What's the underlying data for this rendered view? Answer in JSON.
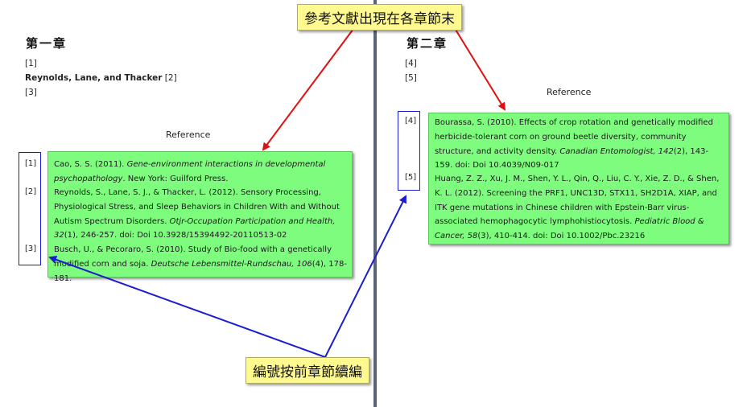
{
  "callouts": {
    "top": "參考文獻出現在各章節末",
    "bottom": "編號按前章節續編"
  },
  "chapter1": {
    "title": "第一章",
    "citations": [
      "[1]",
      "Reynolds, Lane, and Thacker",
      "[2]",
      "[3]"
    ],
    "reference_heading": "Reference",
    "refs": [
      {
        "num": "[1]",
        "plain1": "Cao, S. S. (2011). ",
        "italic": "Gene-environment interactions in developmental psychopathology",
        "plain2": ". New York: Guilford Press."
      },
      {
        "num": "[2]",
        "plain1": "Reynolds, S., Lane, S. J., & Thacker, L. (2012). Sensory Processing, Physiological Stress, and Sleep Behaviors in Children With and Without Autism Spectrum Disorders. ",
        "italic": "Otjr-Occupation Participation and Health, 32",
        "plain2": "(1), 246-257. doi: Doi 10.3928/15394492-20110513-02"
      },
      {
        "num": "[3]",
        "plain1": "Busch, U., & Pecoraro, S. (2010). Study of Bio-food with a genetically modified corn and soja. ",
        "italic": "Deutsche Lebensmittel-Rundschau, 106",
        "plain2": "(4), 178-181."
      }
    ]
  },
  "chapter2": {
    "title": "第二章",
    "citations": [
      "[4]",
      "[5]"
    ],
    "reference_heading": "Reference",
    "refs": [
      {
        "num": "[4]",
        "plain1": "Bourassa, S. (2010). Effects of crop rotation and genetically modified herbicide-tolerant corn on ground beetle diversity, community structure, and activity density. ",
        "italic": "Canadian Entomologist, 142",
        "plain2": "(2), 143-159. doi: Doi 10.4039/N09-017"
      },
      {
        "num": "[5]",
        "plain1": "Huang, Z. Z., Xu, J. M., Shen, Y. L., Qin, Q., Liu, C. Y., Xie, Z. D., & Shen, K. L. (2012). Screening the PRF1, UNC13D, STX11, SH2D1A, XIAP, and ITK gene mutations in Chinese children with Epstein-Barr virus-associated hemophagocytic lymphohistiocytosis. ",
        "italic": "Pediatric Blood & Cancer, 58",
        "plain2": "(3), 410-414. doi: Doi 10.1002/Pbc.23216"
      }
    ]
  },
  "colors": {
    "highlight_green": "#7dfc7d",
    "callout_yellow": "#fffa90",
    "arrow_red": "#e01010",
    "arrow_blue": "#1c1cd0",
    "divider": "#5a6478"
  }
}
